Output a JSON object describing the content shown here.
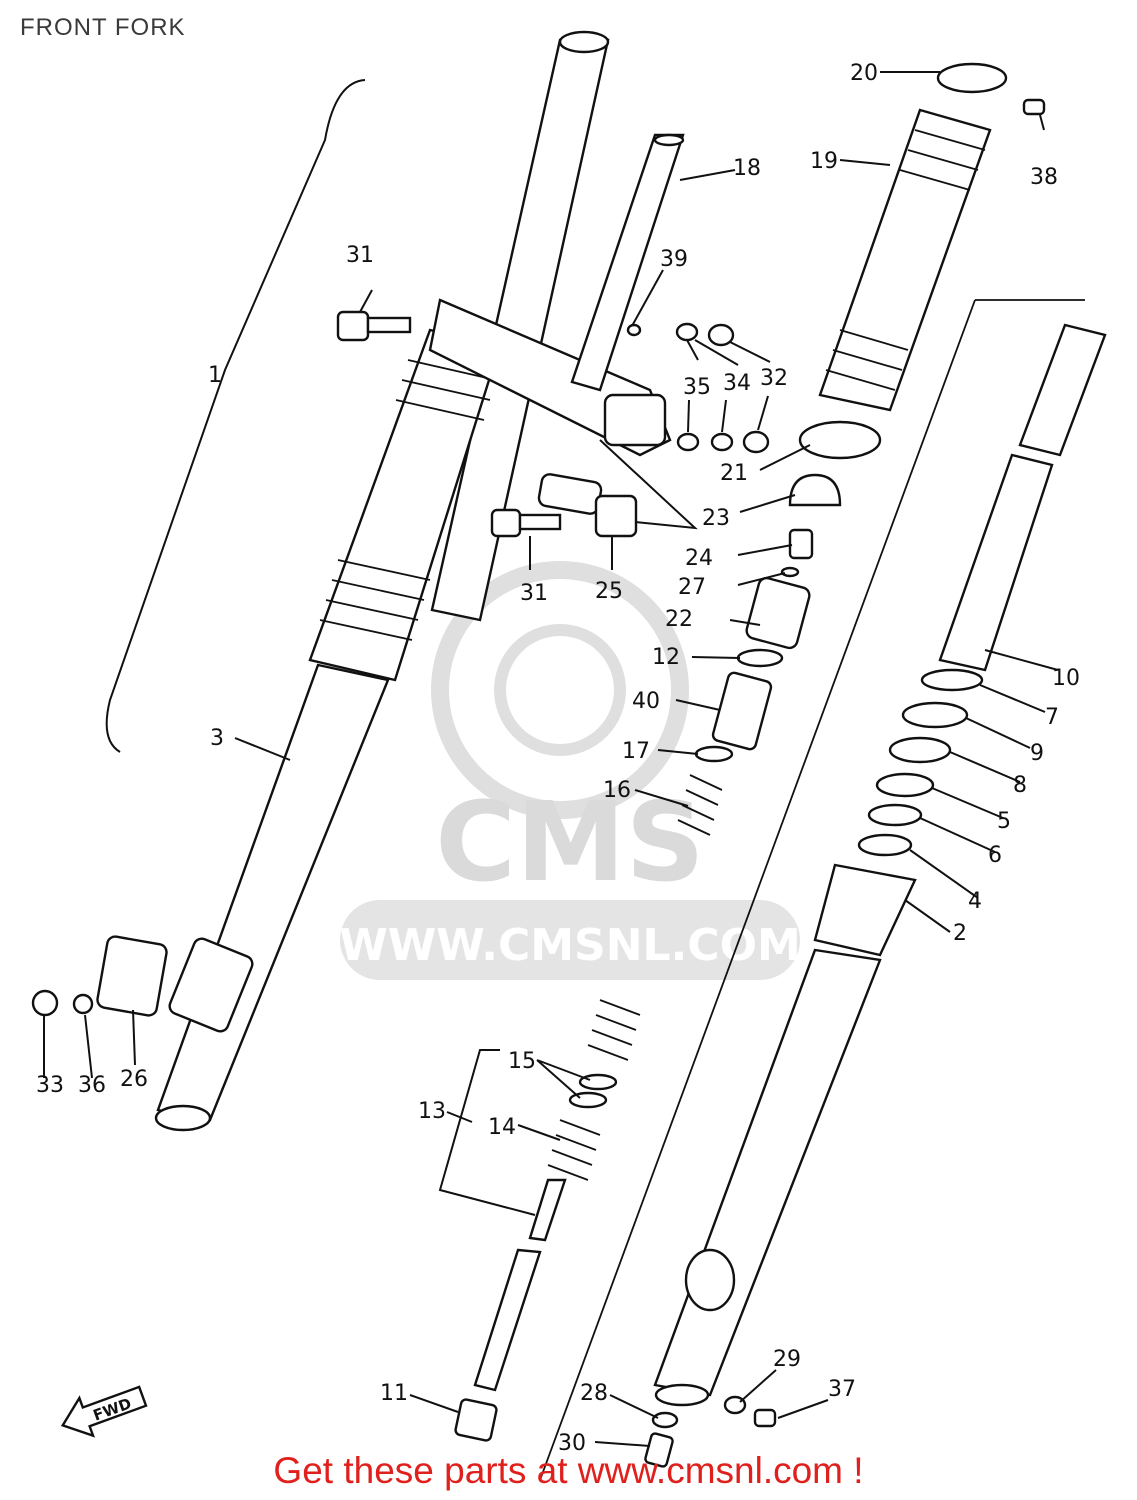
{
  "header": {
    "title": "FRONT FORK"
  },
  "watermark": {
    "brand": "CMS",
    "url": "WWW.CMSNL.COM",
    "color": "#d8d8d8"
  },
  "footer": {
    "text": "Get these parts at www.cmsnl.com !",
    "color": "#e0201c"
  },
  "badge": {
    "text": "FWD"
  },
  "callouts": [
    {
      "id": "c1",
      "text": "1"
    },
    {
      "id": "c2",
      "text": "2"
    },
    {
      "id": "c3",
      "text": "3"
    },
    {
      "id": "c4",
      "text": "4"
    },
    {
      "id": "c5",
      "text": "5"
    },
    {
      "id": "c6",
      "text": "6"
    },
    {
      "id": "c7",
      "text": "7"
    },
    {
      "id": "c8",
      "text": "8"
    },
    {
      "id": "c9",
      "text": "9"
    },
    {
      "id": "c10",
      "text": "10"
    },
    {
      "id": "c11",
      "text": "11"
    },
    {
      "id": "c12",
      "text": "12"
    },
    {
      "id": "c13",
      "text": "13"
    },
    {
      "id": "c14",
      "text": "14"
    },
    {
      "id": "c15",
      "text": "15"
    },
    {
      "id": "c16",
      "text": "16"
    },
    {
      "id": "c17",
      "text": "17"
    },
    {
      "id": "c18",
      "text": "18"
    },
    {
      "id": "c19",
      "text": "19"
    },
    {
      "id": "c20",
      "text": "20"
    },
    {
      "id": "c21",
      "text": "21"
    },
    {
      "id": "c22",
      "text": "22"
    },
    {
      "id": "c23",
      "text": "23"
    },
    {
      "id": "c24",
      "text": "24"
    },
    {
      "id": "c25",
      "text": "25"
    },
    {
      "id": "c26",
      "text": "26"
    },
    {
      "id": "c27",
      "text": "27"
    },
    {
      "id": "c28",
      "text": "28"
    },
    {
      "id": "c29",
      "text": "29"
    },
    {
      "id": "c30",
      "text": "30"
    },
    {
      "id": "c31a",
      "text": "31"
    },
    {
      "id": "c31b",
      "text": "31"
    },
    {
      "id": "c32",
      "text": "32"
    },
    {
      "id": "c33",
      "text": "33"
    },
    {
      "id": "c34",
      "text": "34"
    },
    {
      "id": "c35",
      "text": "35"
    },
    {
      "id": "c36",
      "text": "36"
    },
    {
      "id": "c37",
      "text": "37"
    },
    {
      "id": "c38",
      "text": "38"
    },
    {
      "id": "c39",
      "text": "39"
    },
    {
      "id": "c40",
      "text": "40"
    }
  ]
}
